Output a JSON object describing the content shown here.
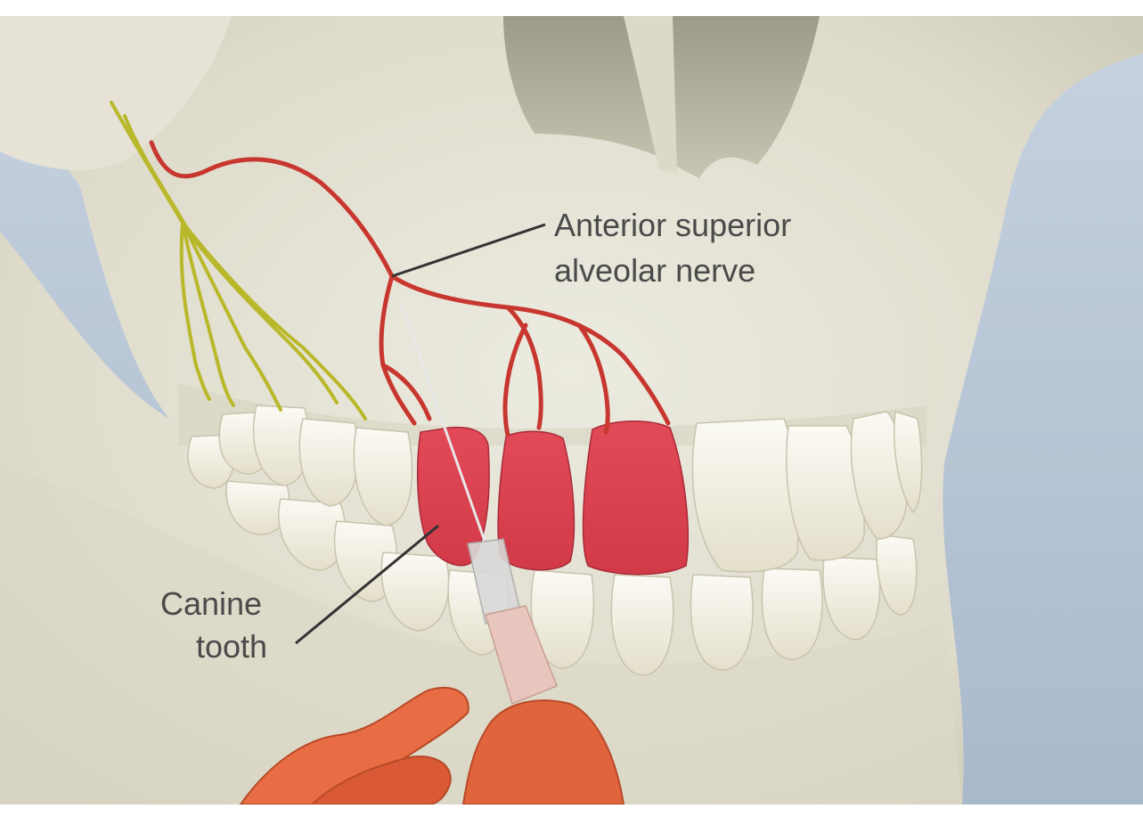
{
  "labels": {
    "nerve_line1": "Anterior superior",
    "nerve_line2": "alveolar nerve",
    "canine_line1": "Canine",
    "canine_line2": "tooth"
  },
  "colors": {
    "background_sky": "#b9c6d6",
    "bone": "#e3e0d2",
    "nerve_red": "#c8372f",
    "nerve_yellow": "#b8b828",
    "highlighted_teeth": "#d8404f",
    "tooth_white": "#f3f1e8",
    "glove_orange": "#e0643c"
  }
}
